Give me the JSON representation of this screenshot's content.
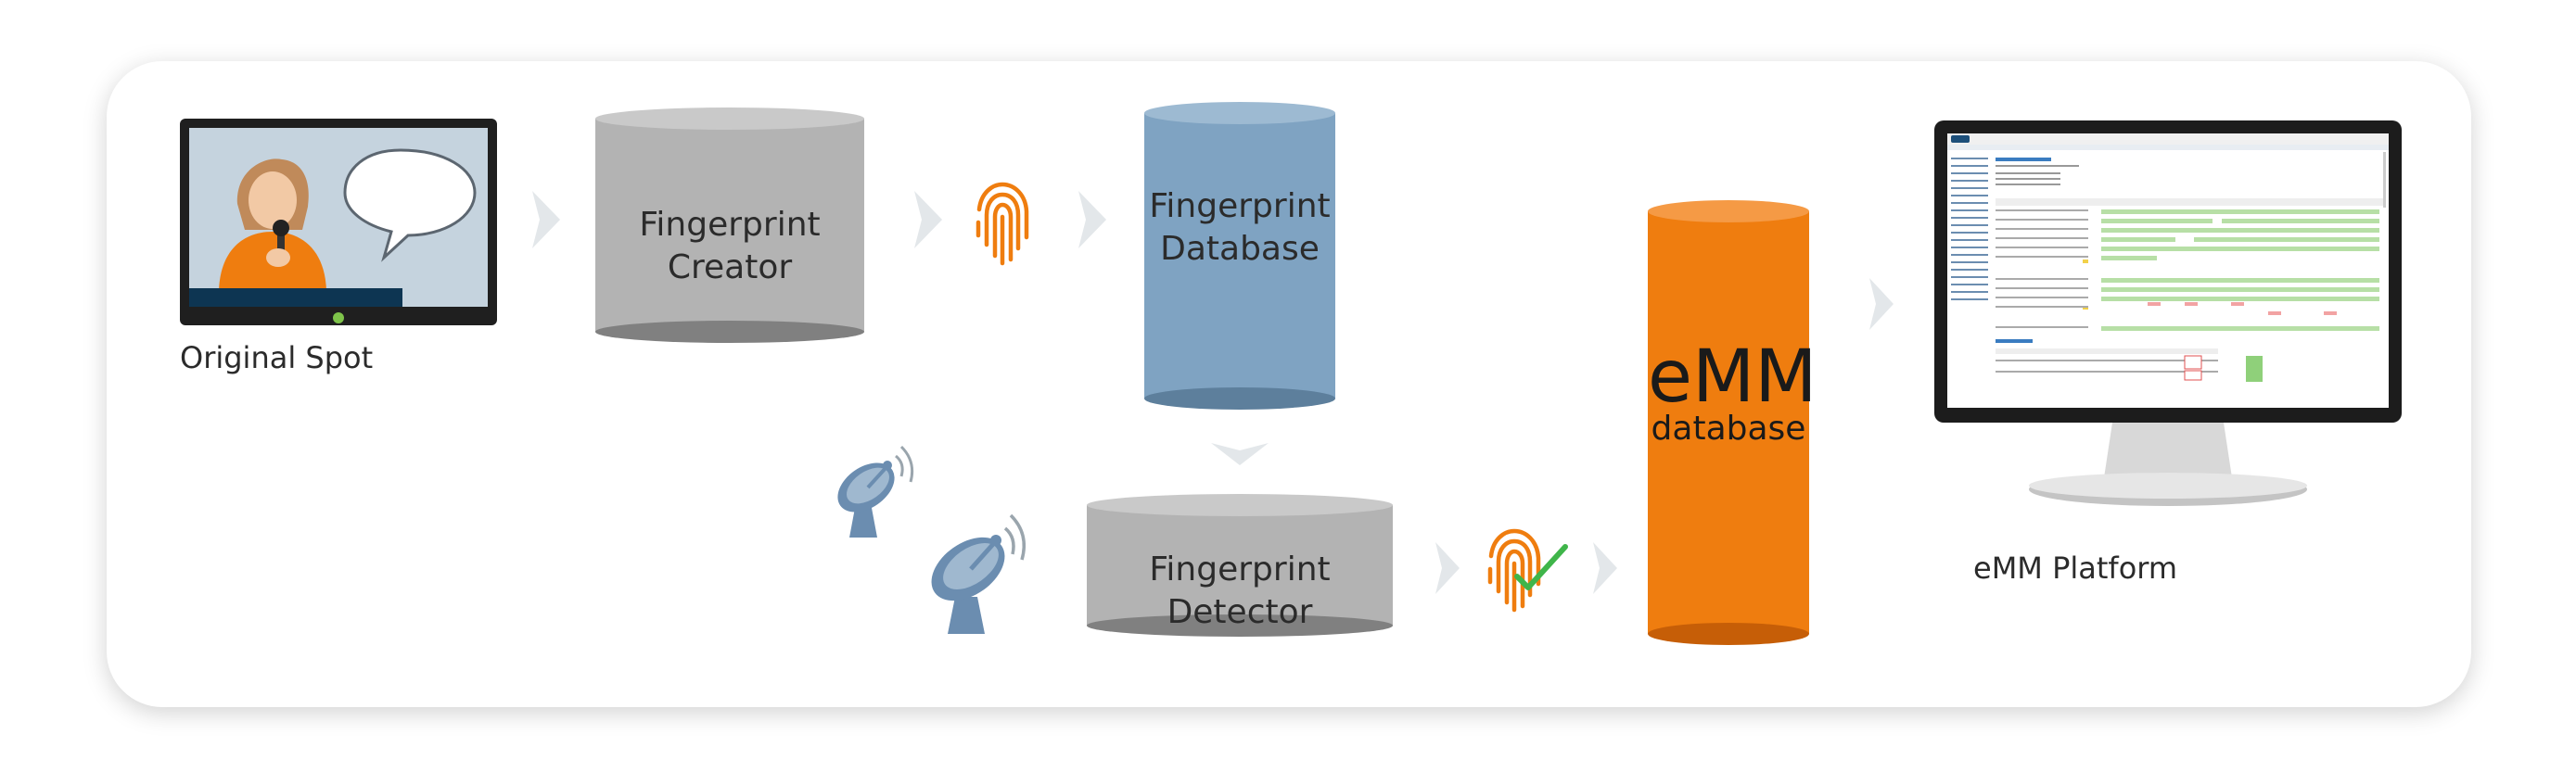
{
  "labels": {
    "original_spot": "Original Spot",
    "fingerprint_creator": "Fingerprint Creator",
    "fingerprint_database_1": "Fingerprint",
    "fingerprint_database_2": "Database",
    "fingerprint_detector": "Fingerprint Detector",
    "emm_big": "eMM",
    "emm_small": "database",
    "emm_platform": "eMM Platform"
  },
  "colors": {
    "gray_cylinder": "#b3b3b3",
    "blue_cylinder": "#7fa3c2",
    "orange_cylinder": "#ef7d0f",
    "fingerprint": "#ef7d0f",
    "check": "#3fb54a",
    "arrow": "#e3e7ea",
    "satellite": "#6b8db0"
  },
  "icons": [
    "tv-presenter-icon",
    "fingerprint-icon",
    "fingerprint-check-icon",
    "satellite-dish-icon",
    "monitor-icon",
    "chevron-right-icon",
    "chevron-down-icon"
  ]
}
